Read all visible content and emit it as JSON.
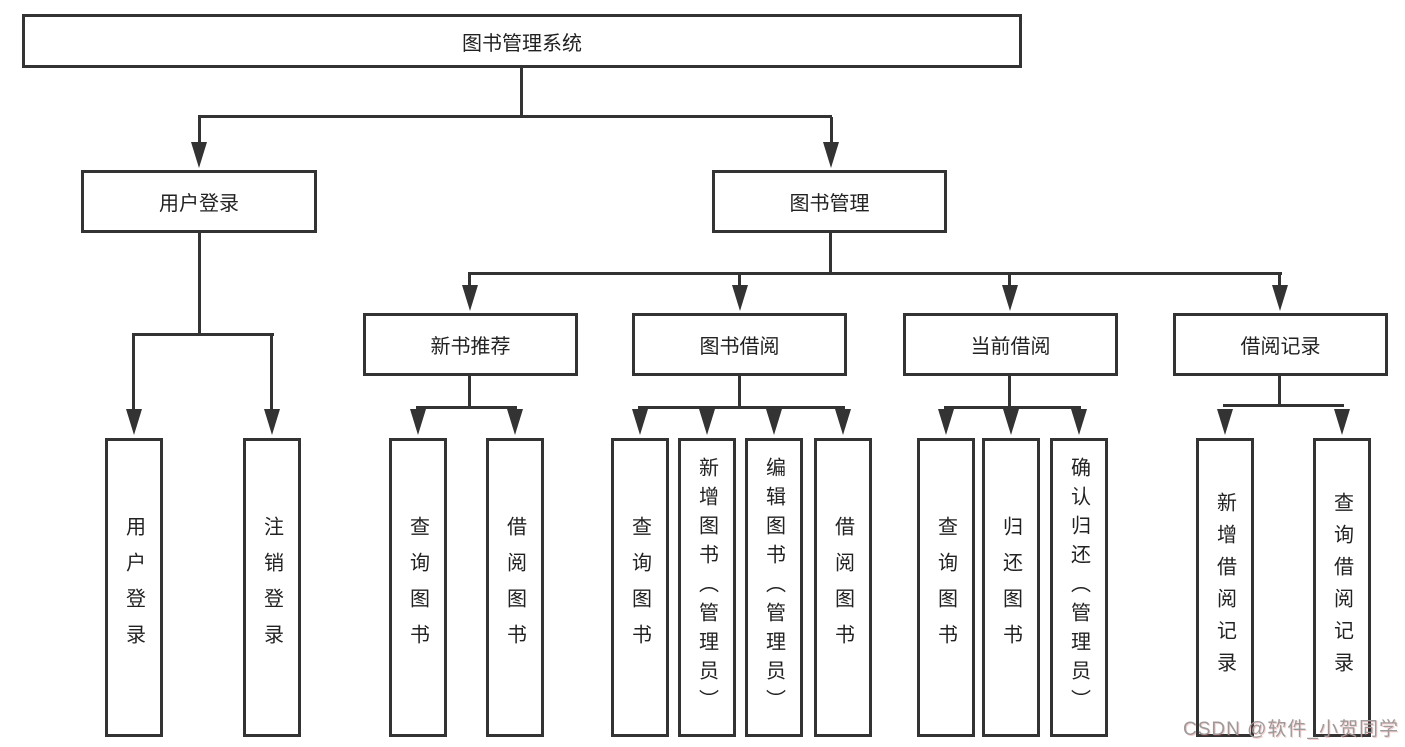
{
  "diagram": {
    "root": {
      "label": "图书管理系统"
    },
    "level2": [
      {
        "label": "用户登录"
      },
      {
        "label": "图书管理"
      }
    ],
    "level3": [
      {
        "label": "新书推荐"
      },
      {
        "label": "图书借阅"
      },
      {
        "label": "当前借阅"
      },
      {
        "label": "借阅记录"
      }
    ],
    "leaves": {
      "user_login": [
        "用户登录",
        "注销登录"
      ],
      "new_book_recommend": [
        "查询图书",
        "借阅图书"
      ],
      "book_borrow": [
        "查询图书",
        "新增图书（管理员）",
        "编辑图书（管理员）",
        "借阅图书"
      ],
      "current_borrow": [
        "查询图书",
        "归还图书",
        "确认归还（管理员）"
      ],
      "borrow_records": [
        "新增借阅记录",
        "查询借阅记录"
      ]
    }
  },
  "watermark": {
    "text": "CSDN @软件_小贺同学"
  },
  "colors": {
    "line": "#333333",
    "text": "#222222",
    "background": "#ffffff",
    "watermark": "#9b9b9b"
  }
}
